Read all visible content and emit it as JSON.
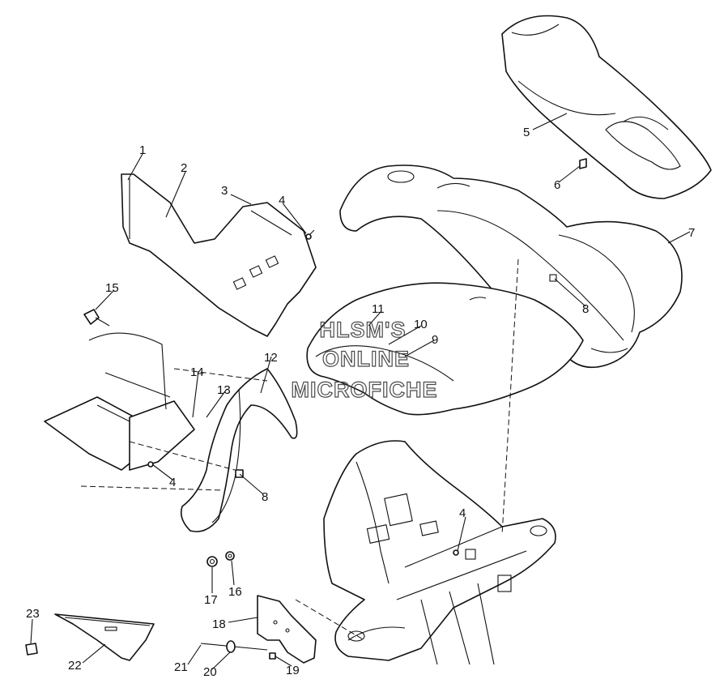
{
  "watermark": {
    "line1": "HLSM'S",
    "line2": "ONLINE",
    "line3": "MICROFICHE"
  },
  "callouts": [
    {
      "id": "c1",
      "label": "1"
    },
    {
      "id": "c2",
      "label": "2"
    },
    {
      "id": "c3",
      "label": "3"
    },
    {
      "id": "c4a",
      "label": "4"
    },
    {
      "id": "c5",
      "label": "5"
    },
    {
      "id": "c6",
      "label": "6"
    },
    {
      "id": "c7",
      "label": "7"
    },
    {
      "id": "c8a",
      "label": "8"
    },
    {
      "id": "c9",
      "label": "9"
    },
    {
      "id": "c10",
      "label": "10"
    },
    {
      "id": "c11",
      "label": "11"
    },
    {
      "id": "c12",
      "label": "12"
    },
    {
      "id": "c13",
      "label": "13"
    },
    {
      "id": "c14",
      "label": "14"
    },
    {
      "id": "c15",
      "label": "15"
    },
    {
      "id": "c4b",
      "label": "4"
    },
    {
      "id": "c8b",
      "label": "8"
    },
    {
      "id": "c4c",
      "label": "4"
    },
    {
      "id": "c16",
      "label": "16"
    },
    {
      "id": "c17",
      "label": "17"
    },
    {
      "id": "c18",
      "label": "18"
    },
    {
      "id": "c19",
      "label": "19"
    },
    {
      "id": "c20",
      "label": "20"
    },
    {
      "id": "c21",
      "label": "21"
    },
    {
      "id": "c22",
      "label": "22"
    },
    {
      "id": "c23",
      "label": "23"
    }
  ]
}
